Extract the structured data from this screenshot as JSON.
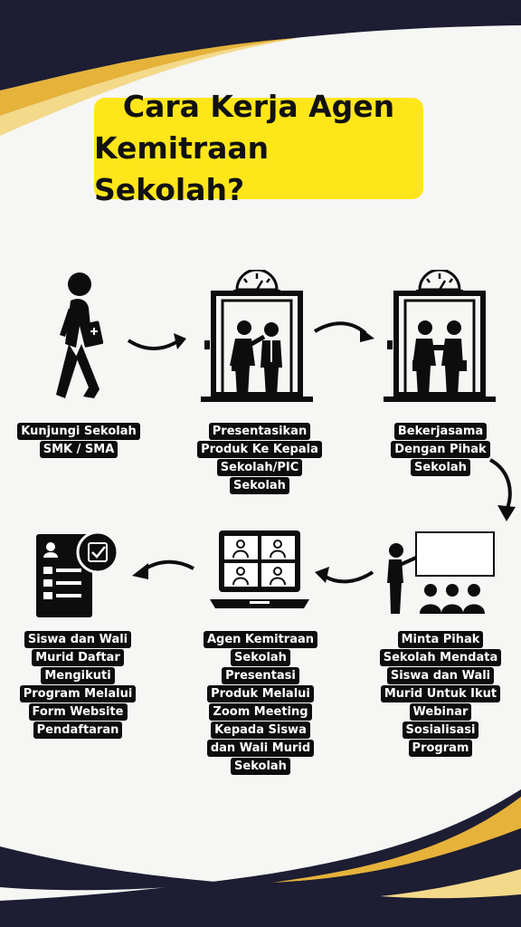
{
  "title": {
    "line1": "Cara Kerja Agen",
    "line2": "Kemitraan Sekolah?"
  },
  "steps": [
    {
      "icon": "walking-person-icon",
      "lines": [
        "Kunjungi Sekolah",
        "SMK / SMA"
      ]
    },
    {
      "icon": "elevator-presentation-icon",
      "lines": [
        "Presentasikan",
        "Produk Ke Kepala",
        "Sekolah/PIC",
        "Sekolah"
      ]
    },
    {
      "icon": "elevator-handshake-icon",
      "lines": [
        "Bekerjasama",
        "Dengan Pihak",
        "Sekolah"
      ]
    },
    {
      "icon": "teacher-board-audience-icon",
      "lines": [
        "Minta Pihak",
        "Sekolah Mendata",
        "Siswa dan Wali",
        "Murid Untuk Ikut",
        "Webinar",
        "Sosialisasi",
        "Program"
      ]
    },
    {
      "icon": "laptop-video-meeting-icon",
      "lines": [
        "Agen Kemitraan",
        "Sekolah",
        "Presentasi",
        "Produk Melalui",
        "Zoom Meeting",
        "Kepada Siswa",
        "dan Wali Murid",
        "Sekolah"
      ]
    },
    {
      "icon": "registration-form-checklist-icon",
      "lines": [
        "Siswa dan Wali",
        "Murid Daftar",
        "Mengikuti",
        "Program Melalui",
        "Form Website",
        "Pendaftaran"
      ]
    }
  ],
  "colors": {
    "accent": "#ffe61a",
    "navy": "#1d1d33",
    "gold": "#e5b23a",
    "ink": "#0d0d0d"
  }
}
